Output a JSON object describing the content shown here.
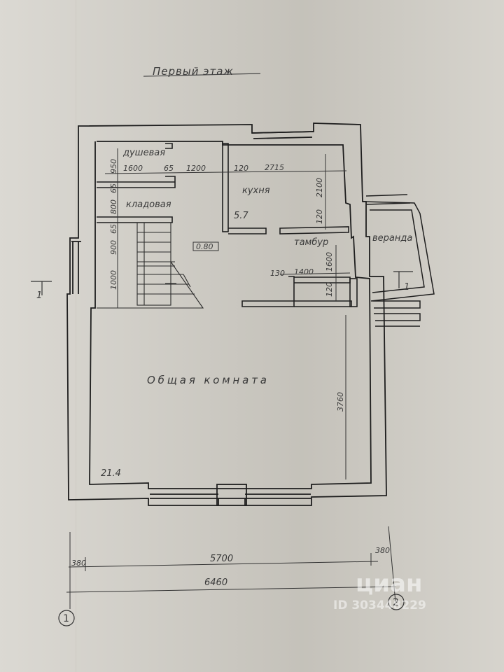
{
  "title": "Первый этаж",
  "rooms": {
    "shower": "душевая",
    "pantry": "кладовая",
    "kitchen": "кухня",
    "kitchen_area": "5.7",
    "vestibule": "тамбур",
    "veranda": "веранда",
    "common_room": "Общая комната",
    "common_room_area": "21.4",
    "stair_level": "0.80"
  },
  "dimensions": {
    "d950": "950",
    "d800": "800",
    "d65a": "65",
    "d65b": "65",
    "d900": "900",
    "d1000": "1000",
    "d1600a": "1600",
    "d65c": "65",
    "d1200": "1200",
    "d120a": "120",
    "d2715": "2715",
    "d2100": "2100",
    "d120b": "120",
    "d130": "130",
    "d1400": "1400",
    "d1600b": "1600",
    "d120c": "120",
    "d3760": "3760",
    "d380a": "380",
    "d5700": "5700",
    "d380b": "380",
    "d6460": "6460"
  },
  "sections": {
    "left": "1",
    "right": "1"
  },
  "axes": {
    "a1": "1",
    "a2": "2"
  },
  "watermark": {
    "brand": "циан",
    "id": "ID 303448229"
  }
}
